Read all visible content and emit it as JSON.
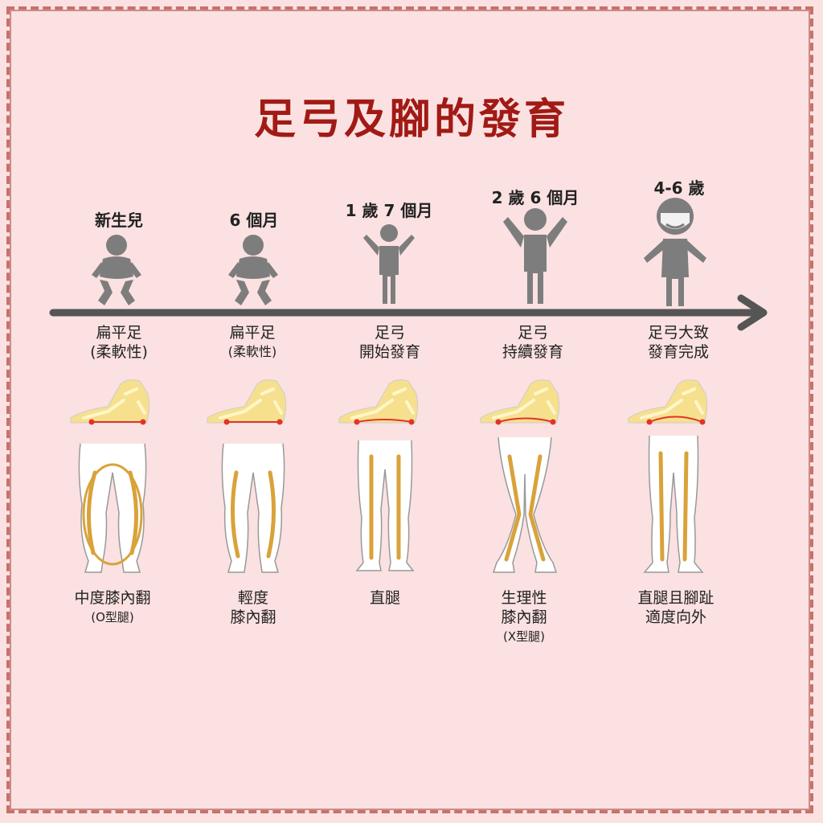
{
  "title": "足弓及腳的發育",
  "colors": {
    "background": "#fbe1e1",
    "title": "#a11a15",
    "figure": "#7d7d7d",
    "arrow": "#555555",
    "foot": "#f6e08e",
    "bone": "#d9a23a",
    "arch_line": "#e0342a"
  },
  "stages": [
    {
      "age": "新生兒",
      "arch": [
        "扁平足",
        "(柔軟性)"
      ],
      "legs": [
        "中度膝內翻",
        "(O型腿)"
      ],
      "figure_icon": "baby-sitting-icon"
    },
    {
      "age": "6 個月",
      "arch": [
        "扁平足",
        "(柔軟性)"
      ],
      "legs": [
        "輕度",
        "膝內翻"
      ],
      "figure_icon": "baby-sitting-icon"
    },
    {
      "age": "1 歲 7 個月",
      "arch": [
        "足弓",
        "開始發育"
      ],
      "legs": [
        "直腿"
      ],
      "figure_icon": "toddler-arms-up-icon"
    },
    {
      "age": "2 歲 6 個月",
      "arch": [
        "足弓",
        "持續發育"
      ],
      "legs": [
        "生理性",
        "膝內翻",
        "(X型腿)"
      ],
      "figure_icon": "child-arms-up-icon"
    },
    {
      "age": "4-6 歲",
      "arch": [
        "足弓大致",
        "發育完成"
      ],
      "legs": [
        "直腿且腳趾",
        "適度向外"
      ],
      "figure_icon": "child-smiling-icon"
    }
  ]
}
